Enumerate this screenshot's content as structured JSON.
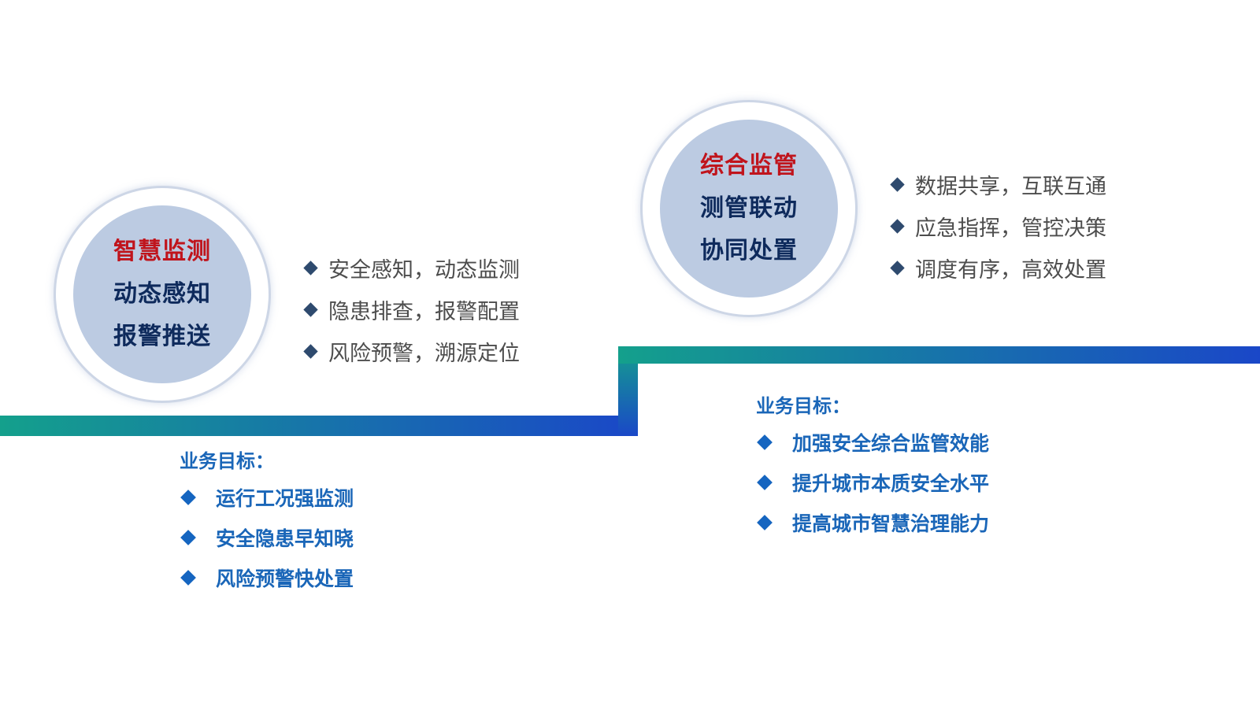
{
  "stage1": {
    "circle": {
      "title": "智慧监测",
      "line2": "动态感知",
      "line3": "报警推送"
    },
    "features": [
      "安全感知，动态监测",
      "隐患排查，报警配置",
      "风险预警，溯源定位"
    ],
    "goal_title": "业务目标：",
    "goals": [
      "运行工况强监测",
      "安全隐患早知晓",
      "风险预警快处置"
    ]
  },
  "stage2": {
    "circle": {
      "title": "综合监管",
      "line2": "测管联动",
      "line3": "协同处置"
    },
    "features": [
      "数据共享，互联互通",
      "应急指挥，管控决策",
      "调度有序，高效处置"
    ],
    "goal_title": "业务目标：",
    "goals": [
      "加强安全综合监管效能",
      "提升城市本质安全水平",
      "提高城市智慧治理能力"
    ]
  },
  "colors": {
    "line_start": "#14a08c",
    "line_end": "#1a47c8",
    "circle_fill": "#bccbe2",
    "title_red": "#c0141c",
    "title_navy": "#0e2a5c",
    "goal_blue": "#1a66b8",
    "feature_gray": "#4d4d4d"
  }
}
